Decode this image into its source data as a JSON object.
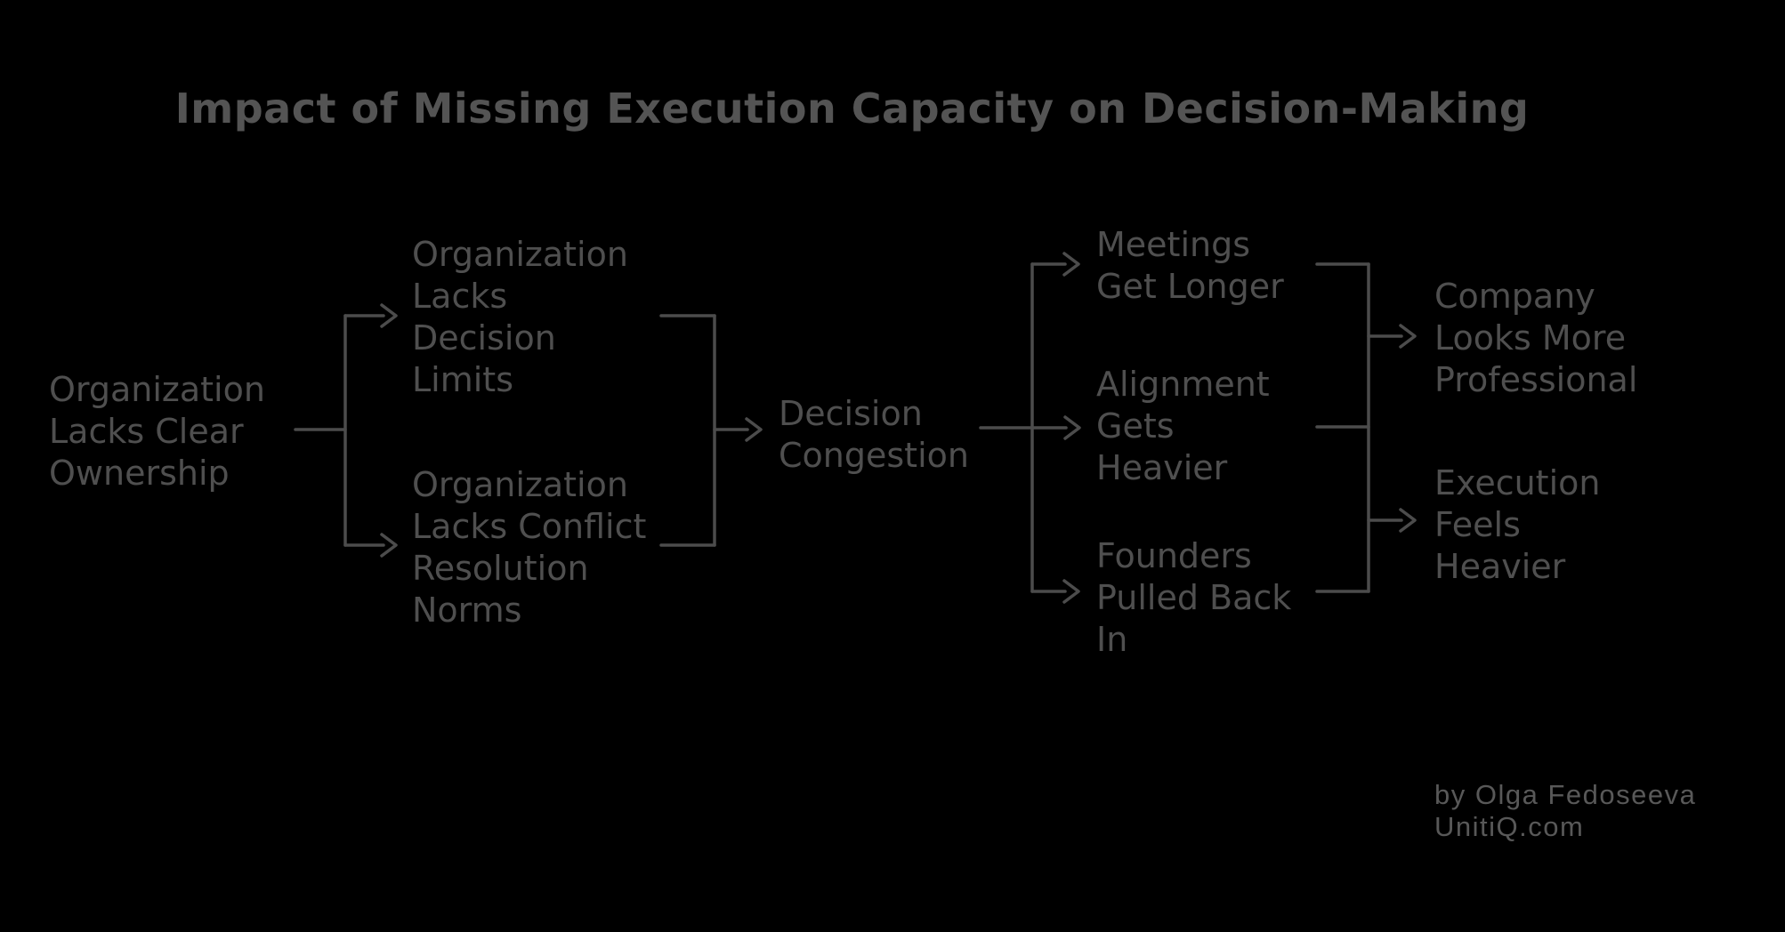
{
  "title": "Impact of Missing Execution Capacity on Decision-Making",
  "colors": {
    "background": "#000000",
    "title": "#545454",
    "node_text": "#4f4f4f",
    "connector": "#4c4c4c",
    "attribution": "#585858"
  },
  "nodes": [
    {
      "id": "organization-lacks-clear-ownership",
      "label": "Organization\nLacks Clear\nOwnership"
    },
    {
      "id": "organization-lacks-decision-limits",
      "label": "Organization\nLacks\nDecision\nLimits"
    },
    {
      "id": "organization-lacks-conflict-resolution-norms",
      "label": "Organization\nLacks Conflict\nResolution\nNorms"
    },
    {
      "id": "decision-congestion",
      "label": "Decision\nCongestion"
    },
    {
      "id": "meetings-get-longer",
      "label": "Meetings\nGet Longer"
    },
    {
      "id": "alignment-gets-heavier",
      "label": "Alignment\nGets\nHeavier"
    },
    {
      "id": "founders-pulled-back-in",
      "label": "Founders\nPulled Back\nIn"
    },
    {
      "id": "company-looks-more-professional",
      "label": "Company\nLooks More\nProfessional"
    },
    {
      "id": "execution-feels-heavier",
      "label": "Execution\nFeels\nHeavier"
    }
  ],
  "edges": [
    {
      "from": "organization-lacks-clear-ownership",
      "to": "organization-lacks-decision-limits"
    },
    {
      "from": "organization-lacks-clear-ownership",
      "to": "organization-lacks-conflict-resolution-norms"
    },
    {
      "from": "organization-lacks-decision-limits",
      "to": "decision-congestion"
    },
    {
      "from": "organization-lacks-conflict-resolution-norms",
      "to": "decision-congestion"
    },
    {
      "from": "decision-congestion",
      "to": "meetings-get-longer"
    },
    {
      "from": "decision-congestion",
      "to": "alignment-gets-heavier"
    },
    {
      "from": "decision-congestion",
      "to": "founders-pulled-back-in"
    },
    {
      "from": "meetings-get-longer",
      "to": "company-looks-more-professional"
    },
    {
      "from": "alignment-gets-heavier",
      "to": "company-looks-more-professional"
    },
    {
      "from": "founders-pulled-back-in",
      "to": "company-looks-more-professional"
    },
    {
      "from": "meetings-get-longer",
      "to": "execution-feels-heavier"
    },
    {
      "from": "alignment-gets-heavier",
      "to": "execution-feels-heavier"
    },
    {
      "from": "founders-pulled-back-in",
      "to": "execution-feels-heavier"
    }
  ],
  "attribution": {
    "byline": "by Olga Fedoseeva",
    "website": "UnitiQ.com"
  }
}
